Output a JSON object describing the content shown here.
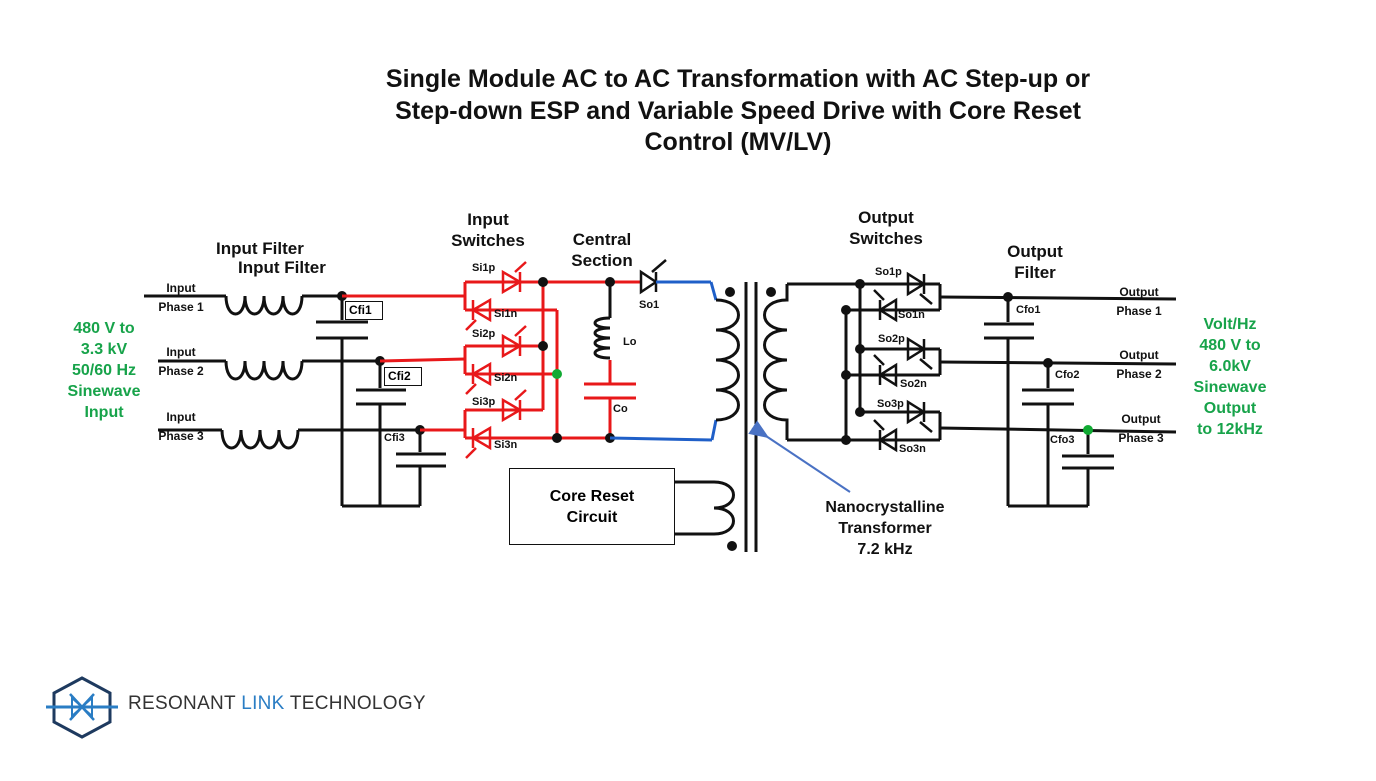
{
  "title_lines": [
    "Single Module AC to AC Transformation with AC Step-up or",
    "Step-down ESP and Variable Speed Drive with Core Reset",
    "Control (MV/LV)"
  ],
  "sections": {
    "input_filter_1": "Input Filter",
    "input_filter_2": "Input Filter",
    "input_switches": [
      "Input",
      "Switches"
    ],
    "central_section": [
      "Central",
      "Section"
    ],
    "output_switches": [
      "Output",
      "Switches"
    ],
    "output_filter": [
      "Output",
      "Filter"
    ]
  },
  "input_phases": [
    [
      "Input",
      "Phase 1"
    ],
    [
      "Input",
      "Phase 2"
    ],
    [
      "Input",
      "Phase 3"
    ]
  ],
  "output_phases": [
    [
      "Output",
      "Phase 1"
    ],
    [
      "Output",
      "Phase 2"
    ],
    [
      "Output",
      "Phase 3"
    ]
  ],
  "input_spec": [
    "480 V to",
    "3.3 kV",
    "50/60 Hz",
    "Sinewave",
    "Input"
  ],
  "output_spec": [
    "Volt/Hz",
    "480 V to",
    "6.0kV",
    "Sinewave",
    "Output",
    "to 12kHz"
  ],
  "components": {
    "cfi1": "Cfi1",
    "cfi2": "Cfi2",
    "cfi3": "Cfi3",
    "si1p": "Si1p",
    "si1n": "Si1n",
    "si2p": "Si2p",
    "si2n": "Si2n",
    "si3p": "Si3p",
    "si3n": "Si3n",
    "lo": "Lo",
    "co": "Co",
    "so1": "So1",
    "so1p": "So1p",
    "so1n": "So1n",
    "so2p": "So2p",
    "so2n": "So2n",
    "so3p": "So3p",
    "so3n": "So3n",
    "cfo1": "Cfo1",
    "cfo2": "Cfo2",
    "cfo3": "Cfo3"
  },
  "core_reset": [
    "Core Reset",
    "Circuit"
  ],
  "transformer": [
    "Nanocrystalline",
    "Transformer",
    "7.2 kHz"
  ],
  "logo": {
    "part1": "RESONANT ",
    "part2": "LINK",
    "part3": " TECHNOLOGY"
  },
  "colors": {
    "red": "#e8181a",
    "blue": "#1f5fc8",
    "green": "#17a34a",
    "logo_blue": "#2a7dc4"
  }
}
